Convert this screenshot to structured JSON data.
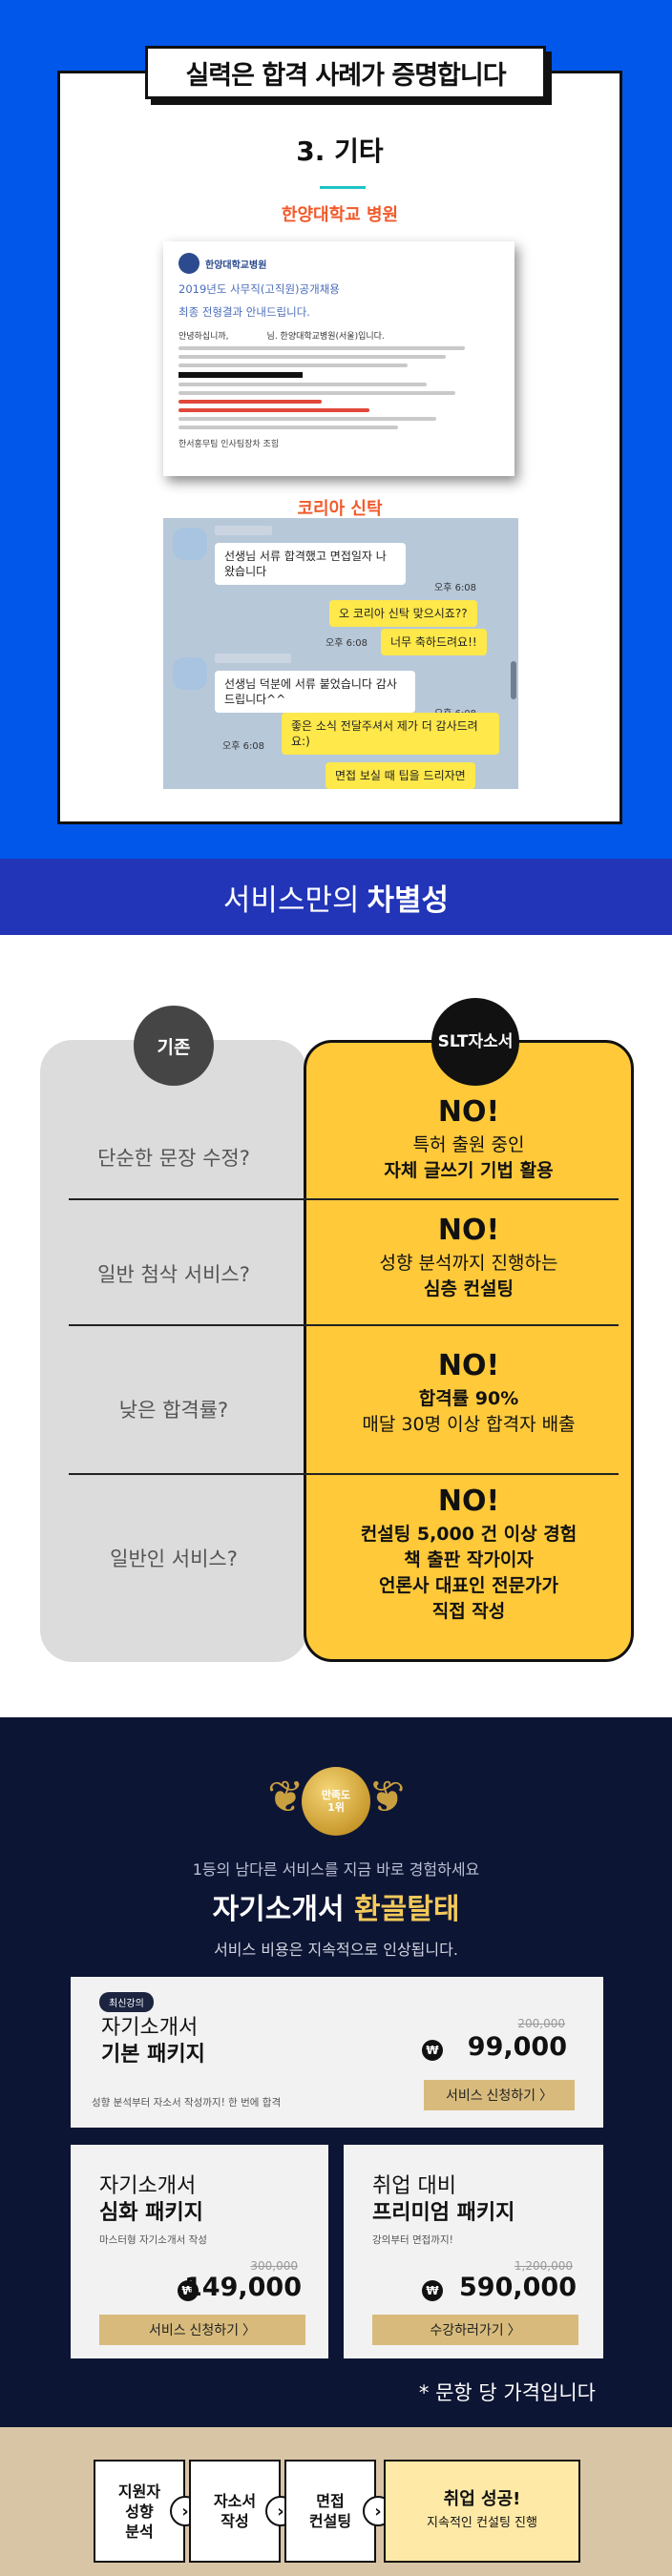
{
  "proof": {
    "ribbon": "실력은 합격 사례가 증명합니다",
    "subtitle": "3. 기타",
    "org1": "한양대학교 병원",
    "org2": "코리아 신탁",
    "letter": {
      "logo": "한양대학교병원",
      "headline1": "2019년도 사무직(고직원)공개채용",
      "headline2": "최종 전형결과 안내드립니다.",
      "greeting": "안녕하십니까,",
      "greeting2": "님. 한양대학교병원(서울)입니다.",
      "footer": "한서홍무팀 인사팀장차 조힘"
    },
    "chat": {
      "m1": "선생님 서류 합격했고 면접일자 나왔습니다",
      "t1": "오후 6:08",
      "m2": "오 코리아 신탁 맞으시죠??",
      "m3": "너무 축하드려요!!",
      "t2": "오후 6:08",
      "m4": "선생님 덕분에 서류 붙었습니다 감사드립니다^^",
      "t3": "오후 6:08",
      "m5": "좋은 소식 전달주셔서 제가 더 감사드려요:)",
      "t4": "오후 6:08",
      "m6": "면접 보실 때 팁을 드리자면"
    }
  },
  "banner": {
    "prefix": "서비스만의",
    "highlight": "차별성"
  },
  "compare": {
    "left_badge": "기존",
    "right_badge_1": "SLT",
    "right_badge_2": "자소서",
    "rows": [
      {
        "q": "단순한 문장 수정?",
        "no": "NO!",
        "a1": "특허 출원 중인",
        "a2": "자체 글쓰기 기법 활용"
      },
      {
        "q": "일반 첨삭 서비스?",
        "no": "NO!",
        "a1": "성향 분석까지 진행하는",
        "a2": "심층 컨설팅"
      },
      {
        "q": "낮은 합격률?",
        "no": "NO!",
        "a1": "합격률 90%",
        "a2": "매달 30명 이상 합격자 배출"
      },
      {
        "q": "일반인 서비스?",
        "no": "NO!",
        "a1": "컨설팅 5,000 건 이상 경험",
        "a2": "책 출판 작가이자",
        "a3": "언론사 대표인 전문가가",
        "a4": "직접 작성"
      }
    ]
  },
  "pricing": {
    "medal_1": "만족도",
    "medal_2": "1위",
    "line1": "1등의 남다른 서비스를 지금 바로 경험하세요",
    "title_prefix": "자기소개서",
    "title_highlight": "환골탈태",
    "line2": "서비스 비용은 지속적으로 인상됩니다.",
    "won_symbol": "₩",
    "basic": {
      "tag": "최신강의",
      "name1": "자기소개서",
      "name2": "기본 패키지",
      "desc": "성향 분석부터 자소서 작성까지! 한 번에 합격",
      "old_price": "200,000",
      "price": "99,000",
      "button": "서비스 신청하기 〉"
    },
    "advanced": {
      "name1": "자기소개서",
      "name2": "심화 패키지",
      "desc": "마스터형 자기소개서 작성",
      "old_price": "300,000",
      "price": "149,000",
      "button": "서비스 신청하기 〉"
    },
    "premium": {
      "name1": "취업 대비",
      "name2": "프리미엄 패키지",
      "desc": "강의부터 면접까지!",
      "old_price": "1,200,000",
      "price": "590,000",
      "button": "수강하러가기 〉"
    },
    "note": "* 문항 당 가격입니다"
  },
  "process": {
    "step1_a": "지원자",
    "step1_b": "성향",
    "step1_c": "분석",
    "step2_a": "자소서",
    "step2_b": "작성",
    "step3_a": "면접",
    "step3_b": "컨설팅",
    "step4_a": "취업 성공!",
    "step4_b": "지속적인 컨설팅 진행",
    "arrow": "›"
  }
}
